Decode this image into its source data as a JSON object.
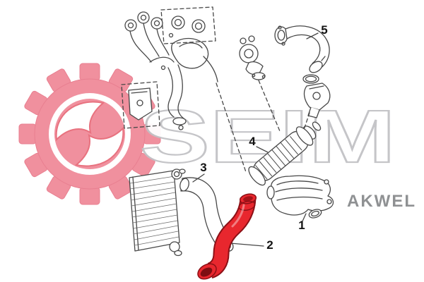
{
  "watermark": {
    "brand": "SEIM",
    "partner": "AKWEL",
    "logo_color": "#f0909e",
    "logo_accent": "#e87f90",
    "brand_outline_color": "#c2c2c6",
    "partner_color": "#8f9193"
  },
  "diagram": {
    "line_color": "#474747",
    "highlight_color": "#e8272e",
    "highlight_outline": "#8c1016",
    "callouts": [
      {
        "label": "1"
      },
      {
        "label": "2"
      },
      {
        "label": "3"
      },
      {
        "label": "4"
      },
      {
        "label": "5"
      }
    ]
  }
}
